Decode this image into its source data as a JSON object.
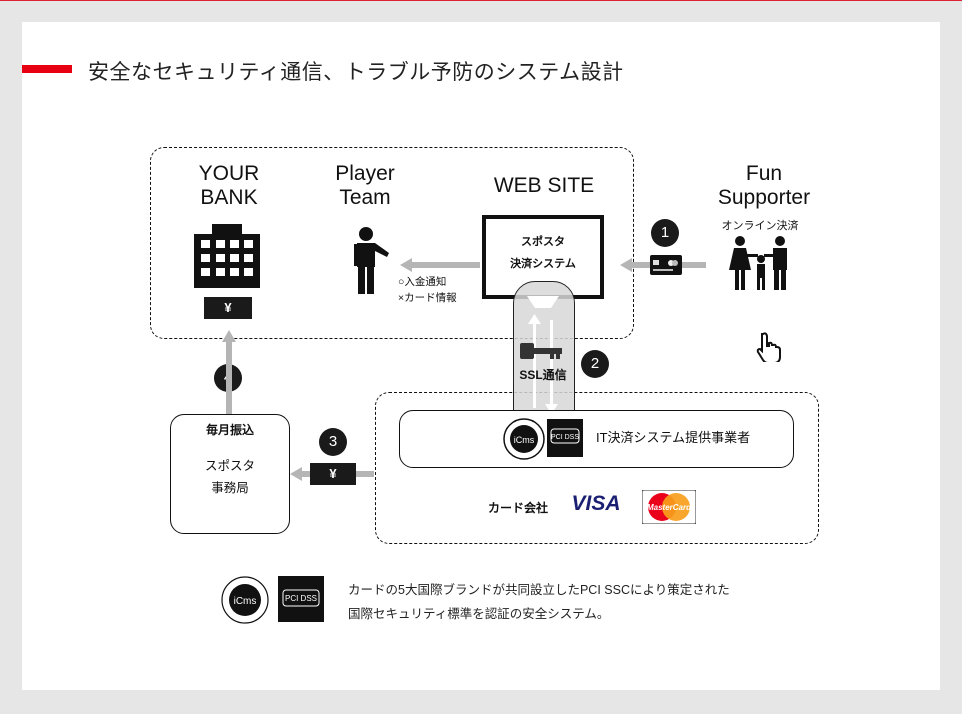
{
  "title": "安全なセキュリティ通信、トラブル予防のシステム設計",
  "actors": {
    "bank": "YOUR\nBANK",
    "player": "Player\nTeam",
    "website": "WEB SITE",
    "fun": "Fun\nSupporter"
  },
  "website_box": {
    "line1": "スポスタ",
    "line2": "決済システム"
  },
  "fun_sub": "オンライン決済",
  "notify": {
    "line1": "○入金通知",
    "line2": "×カード情報"
  },
  "ssl": "SSL通信",
  "it_provider": "IT決済システム提供事業者",
  "card_company": "カード会社",
  "brands": {
    "visa": "VISA",
    "mastercard": "MasterCard"
  },
  "office": {
    "header": "毎月振込",
    "line1": "スポスタ",
    "line2": "事務局"
  },
  "yen": "¥",
  "steps": [
    "1",
    "2",
    "3",
    "4"
  ],
  "cert_labels": {
    "icms": "iCms",
    "pcidss": "PCI DSS"
  },
  "footer": {
    "line1": "カードの5大国際ブランドが共同設立したPCI SSCにより策定された",
    "line2": "国際セキュリティ標準を認証の安全システム。"
  },
  "colors": {
    "accent": "#e60012",
    "dark": "#1a1a1a",
    "arrow": "#b5b5b5",
    "visa": "#1a1f71"
  },
  "icons": [
    "building-icon",
    "person-pointing-icon",
    "credit-card-icon",
    "family-icon",
    "hand-pointer-icon",
    "key-icon"
  ]
}
